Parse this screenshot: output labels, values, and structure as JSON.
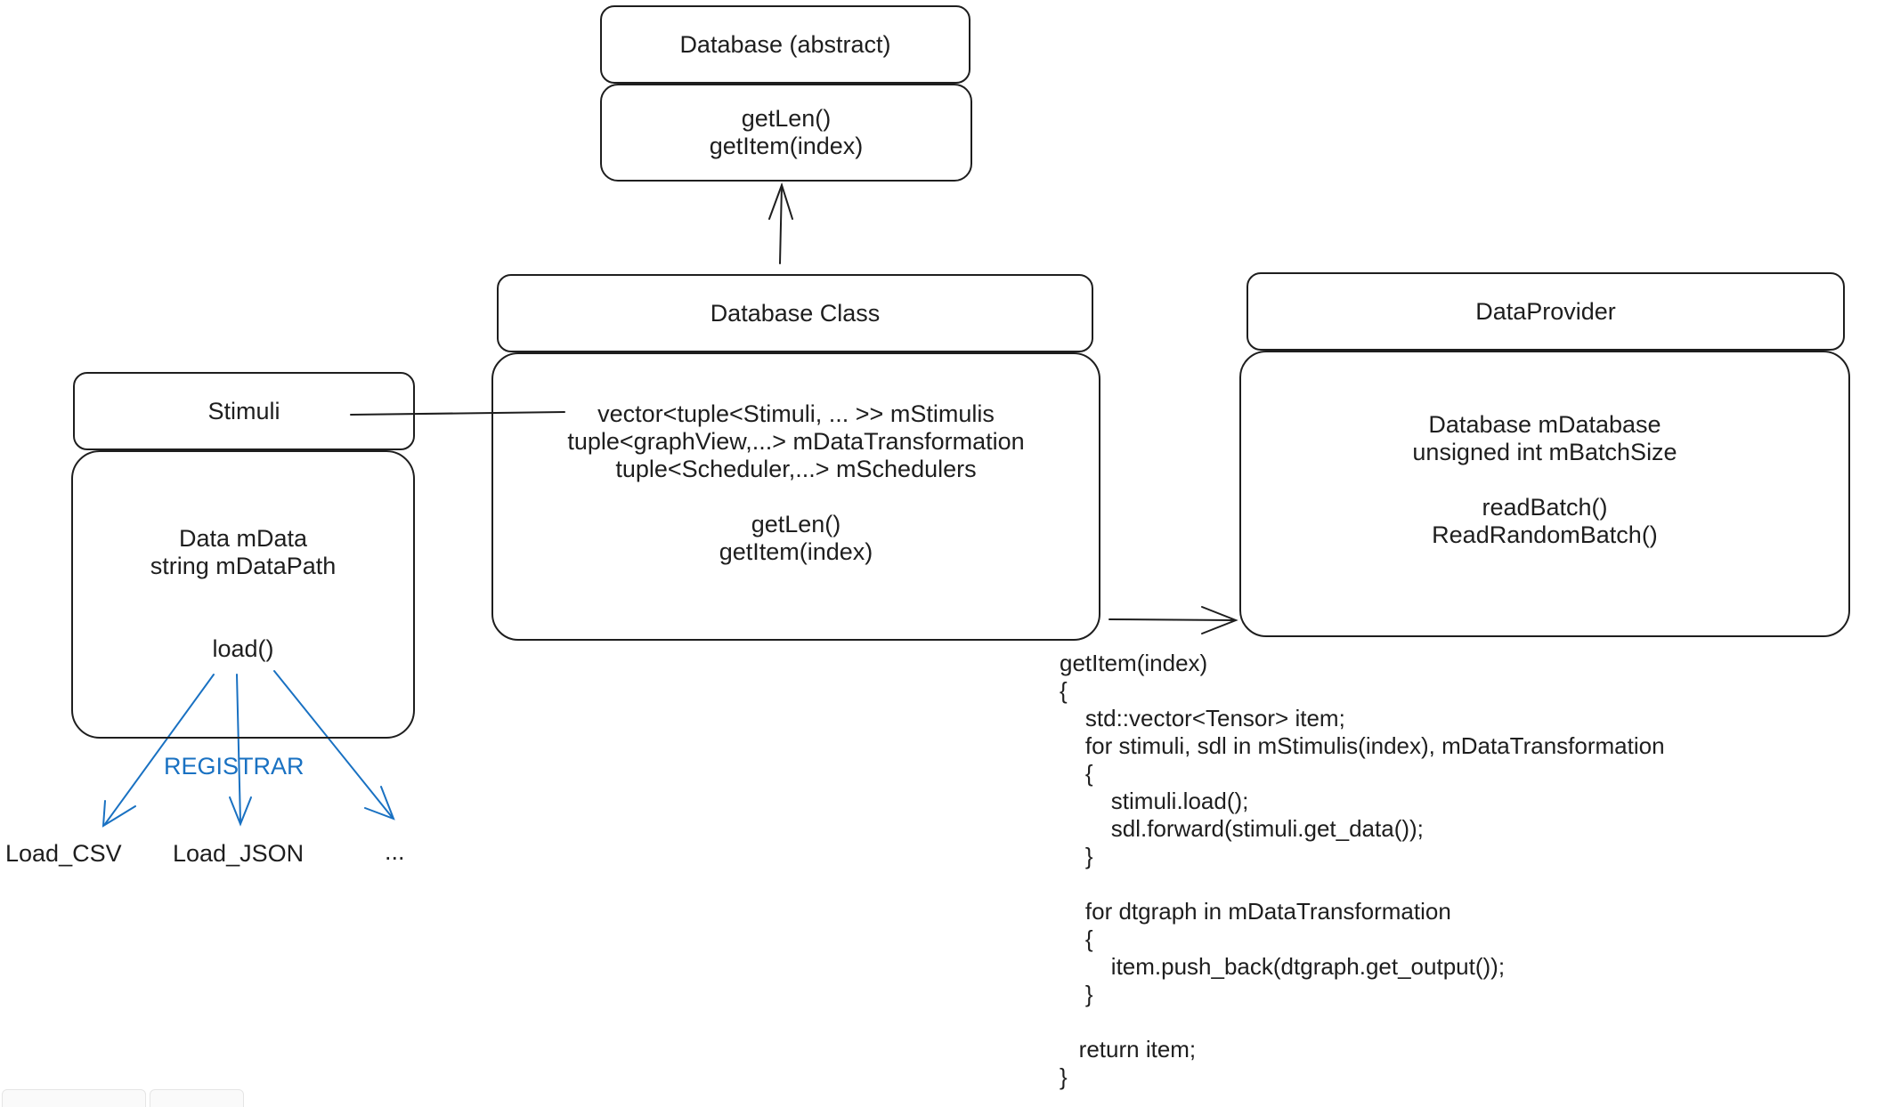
{
  "abstract_box": {
    "title": "Database (abstract)",
    "methods": [
      "getLen()",
      "getItem(index)"
    ]
  },
  "database_class": {
    "title": "Database Class",
    "members": [
      "vector<tuple<Stimuli, ... >> mStimulis",
      "tuple<graphView,...> mDataTransformation",
      "tuple<Scheduler,...> mSchedulers",
      "",
      "getLen()",
      "getItem(index)"
    ]
  },
  "data_provider": {
    "title": "DataProvider",
    "members": [
      "Database mDatabase",
      "unsigned int mBatchSize",
      "",
      "readBatch()",
      "ReadRandomBatch()"
    ]
  },
  "stimuli": {
    "title": "Stimuli",
    "members": [
      "Data mData",
      "string mDataPath"
    ],
    "method": "load()"
  },
  "registrar": {
    "label": "REGISTRAR",
    "targets": [
      "Load_CSV",
      "Load_JSON",
      "..."
    ],
    "color": "#1971c2"
  },
  "code_snippet": {
    "lines": [
      "getItem(index)",
      "{",
      "    std::vector<Tensor> item;",
      "    for stimuli, sdl in mStimulis(index), mDataTransformation",
      "    {",
      "        stimuli.load();",
      "        sdl.forward(stimuli.get_data());",
      "    }",
      "",
      "    for dtgraph in mDataTransformation",
      "    {",
      "        item.push_back(dtgraph.get_output());",
      "    }",
      "",
      "   return item;",
      "}"
    ]
  },
  "colors": {
    "stroke": "#1e1e1e",
    "accent": "#1971c2"
  }
}
